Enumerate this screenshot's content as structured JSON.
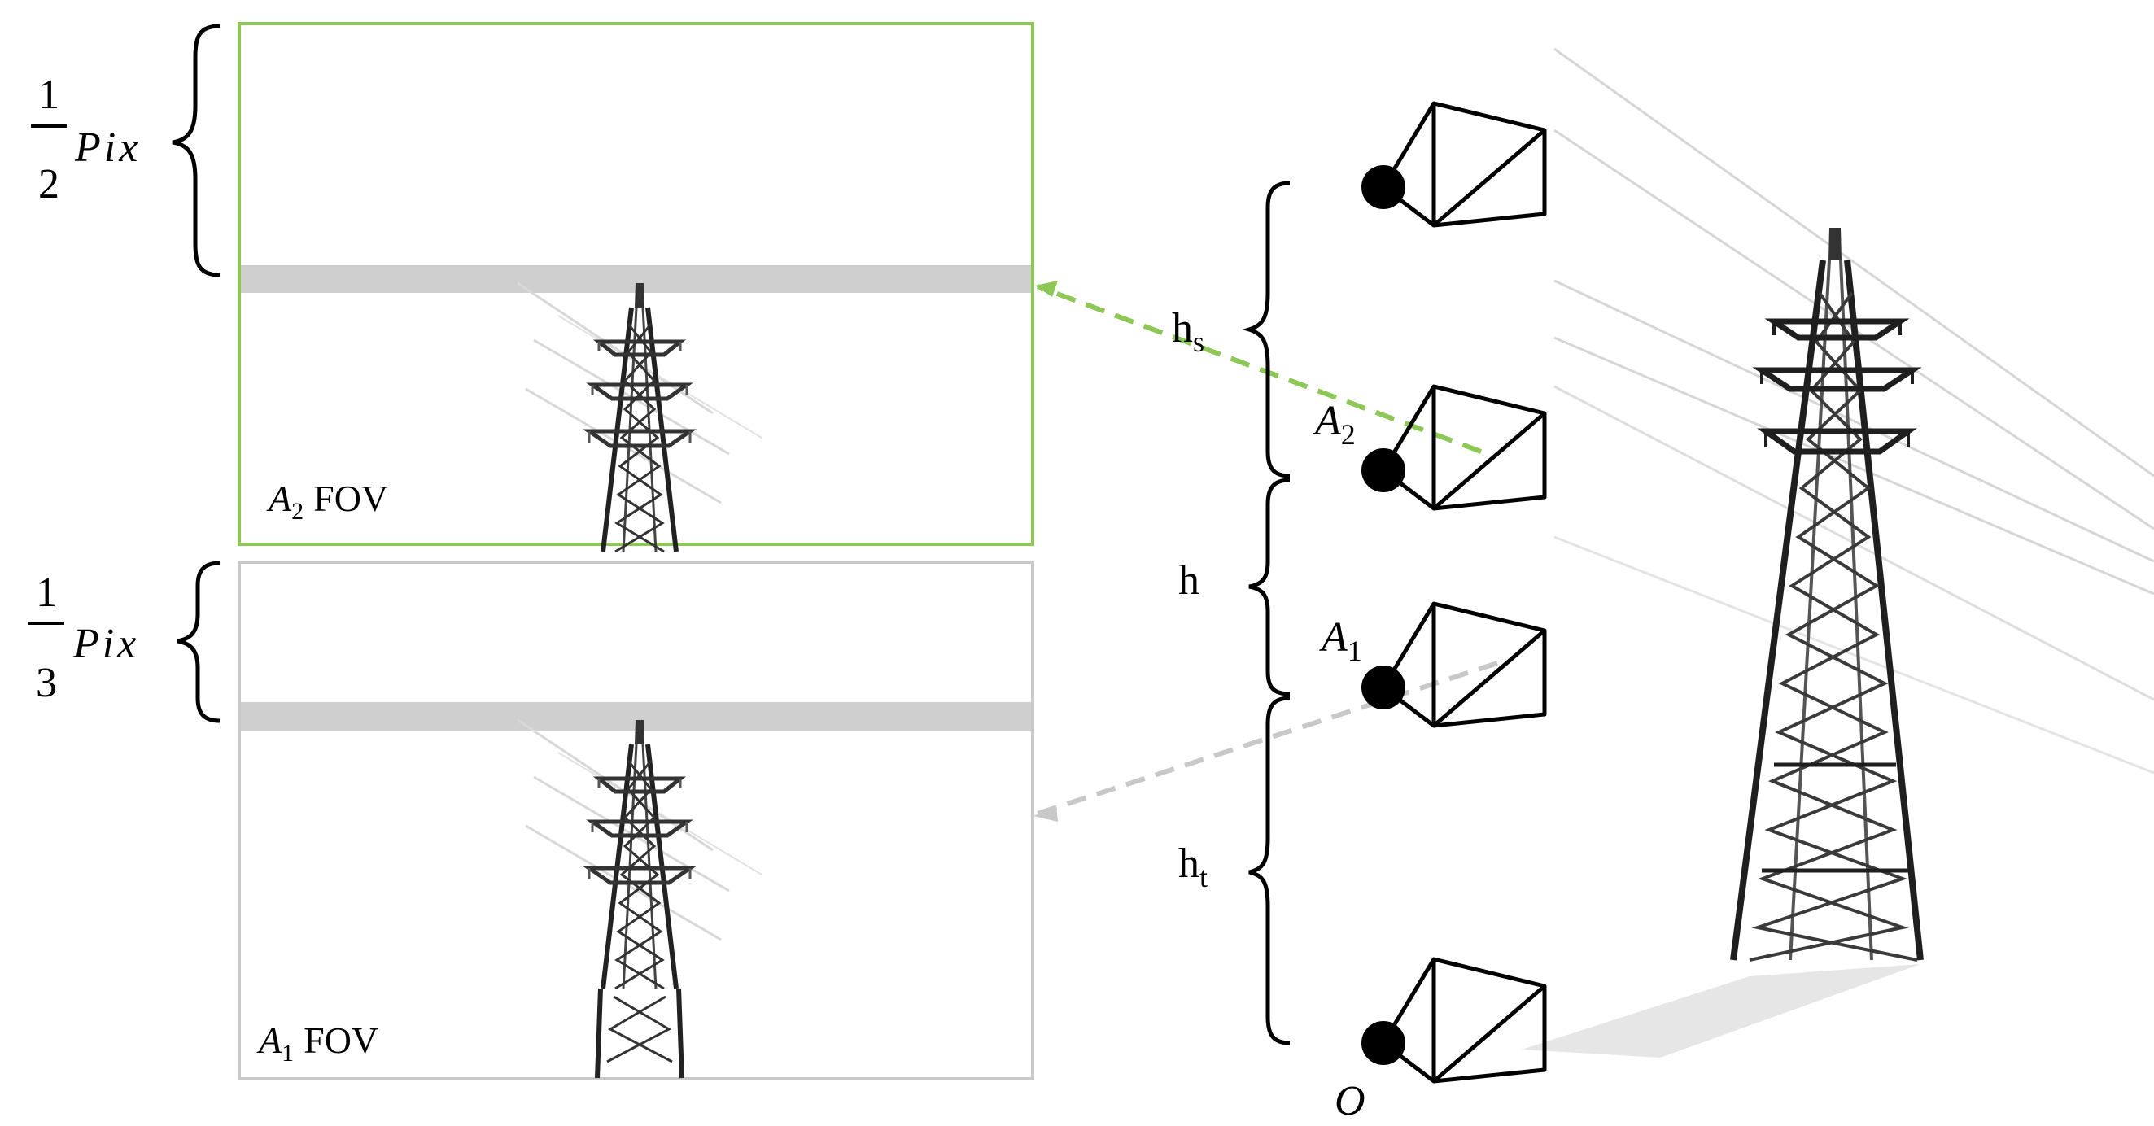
{
  "panels": {
    "upper_fov": {
      "camera": "A",
      "sub": "2",
      "label_suffix": "FOV",
      "frame_color": "#8dc856"
    },
    "lower_fov": {
      "camera": "A",
      "sub": "1",
      "label_suffix": "FOV",
      "frame_color": "#c8c8c8"
    }
  },
  "fractions": {
    "upper": {
      "numerator": "1",
      "denominator": "2",
      "unit": "Pix"
    },
    "lower": {
      "numerator": "1",
      "denominator": "3",
      "unit": "Pix"
    }
  },
  "cameras": {
    "top": {
      "base": "",
      "sub": ""
    },
    "a2": {
      "base": "A",
      "sub": "2"
    },
    "a1": {
      "base": "A",
      "sub": "1"
    },
    "o": {
      "base": "O",
      "sub": ""
    }
  },
  "heights": {
    "hs": {
      "base": "h",
      "sub": "s"
    },
    "h": {
      "base": "h",
      "sub": ""
    },
    "ht": {
      "base": "h",
      "sub": "t"
    }
  },
  "colors": {
    "green_arrow": "#8dc856",
    "gray_arrow": "#c8c8c8",
    "band": "#cfcfcf",
    "ink": "#000000"
  }
}
